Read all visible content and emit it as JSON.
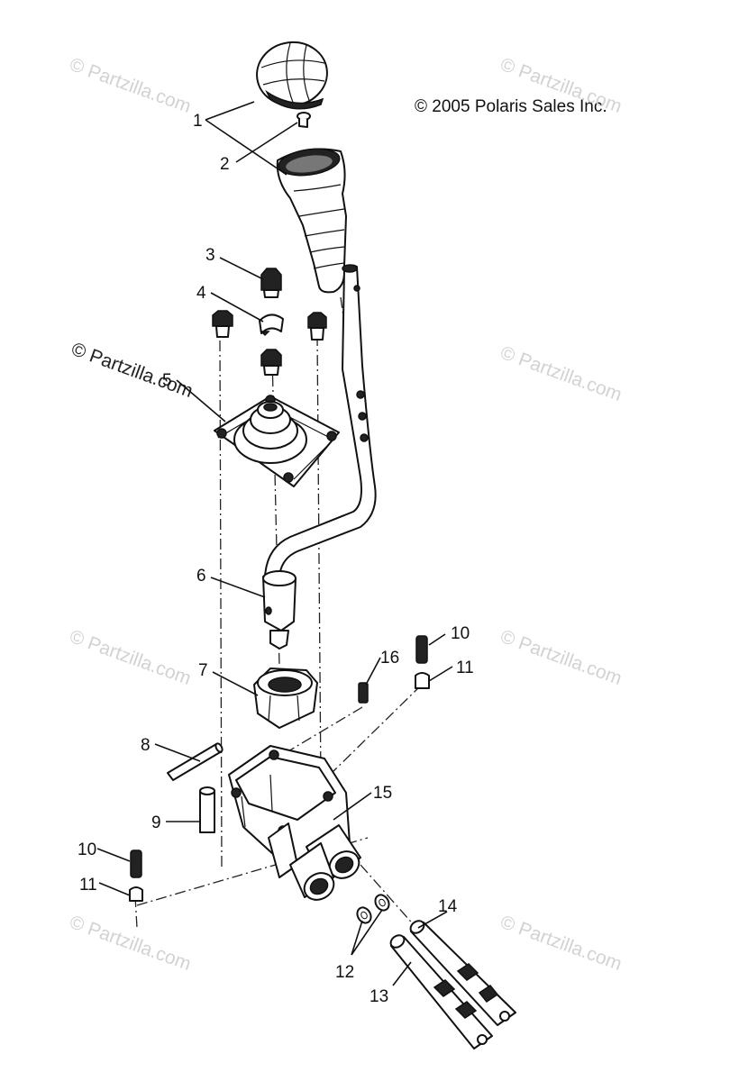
{
  "copyright": "© 2005 Polaris Sales Inc.",
  "watermarks": {
    "light": "© Partzilla.com",
    "dark": "© Partzilla.com"
  },
  "callouts": {
    "c1": "1",
    "c2": "2",
    "c3": "3",
    "c4": "4",
    "c5": "5",
    "c6": "6",
    "c7": "7",
    "c8": "8",
    "c9": "9",
    "c10a": "10",
    "c10b": "10",
    "c11a": "11",
    "c11b": "11",
    "c12": "12",
    "c13": "13",
    "c14": "14",
    "c15": "15",
    "c16": "16"
  }
}
